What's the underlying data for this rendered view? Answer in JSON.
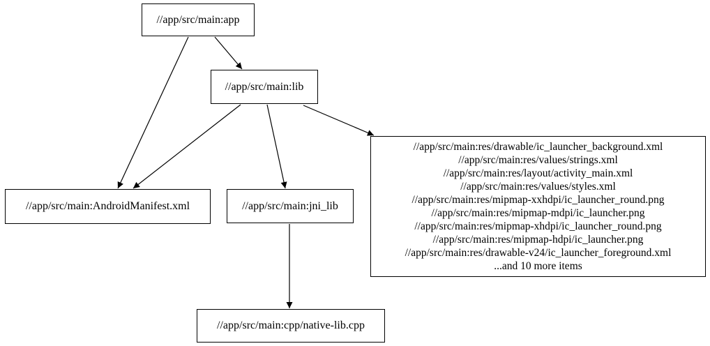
{
  "graph": {
    "colors": {
      "background": "#ffffff",
      "node_border": "#000000",
      "node_fill": "#ffffff",
      "edge": "#000000",
      "text": "#000000"
    },
    "nodes": {
      "app": {
        "label": "//app/src/main:app"
      },
      "lib": {
        "label": "//app/src/main:lib"
      },
      "manifest": {
        "label": "//app/src/main:AndroidManifest.xml"
      },
      "jni_lib": {
        "label": "//app/src/main:jni_lib"
      },
      "res_group": {
        "lines": [
          "//app/src/main:res/drawable/ic_launcher_background.xml",
          "//app/src/main:res/values/strings.xml",
          "//app/src/main:res/layout/activity_main.xml",
          "//app/src/main:res/values/styles.xml",
          "//app/src/main:res/mipmap-xxhdpi/ic_launcher_round.png",
          "//app/src/main:res/mipmap-mdpi/ic_launcher.png",
          "//app/src/main:res/mipmap-xhdpi/ic_launcher_round.png",
          "//app/src/main:res/mipmap-hdpi/ic_launcher.png",
          "//app/src/main:res/drawable-v24/ic_launcher_foreground.xml",
          "...and 10 more items"
        ]
      },
      "native_lib": {
        "label": "//app/src/main:cpp/native-lib.cpp"
      }
    },
    "edges": [
      {
        "source": "//app/src/main:app",
        "target": "//app/src/main:lib"
      },
      {
        "source": "//app/src/main:app",
        "target": "//app/src/main:AndroidManifest.xml"
      },
      {
        "source": "//app/src/main:lib",
        "target": "//app/src/main:AndroidManifest.xml"
      },
      {
        "source": "//app/src/main:lib",
        "target": "//app/src/main:jni_lib"
      },
      {
        "source": "//app/src/main:lib",
        "target": "res_group"
      },
      {
        "source": "//app/src/main:jni_lib",
        "target": "//app/src/main:cpp/native-lib.cpp"
      }
    ]
  }
}
